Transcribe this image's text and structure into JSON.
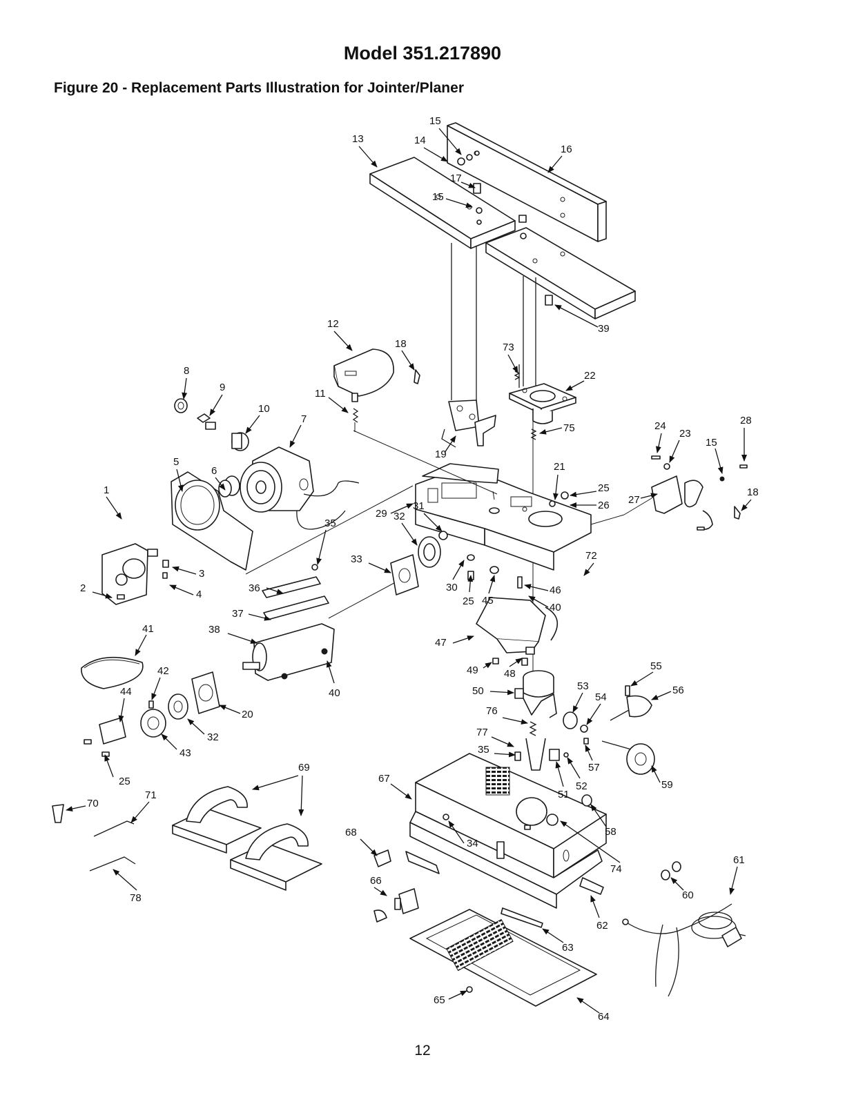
{
  "header": {
    "model": "Model 351.217890",
    "figure_caption": "Figure 20 - Replacement Parts Illustration for Jointer/Planer"
  },
  "footer": {
    "page_number": "12"
  },
  "callouts": [
    "1",
    "2",
    "3",
    "4",
    "5",
    "6",
    "7",
    "8",
    "9",
    "10",
    "11",
    "12",
    "13",
    "14",
    "15",
    "15",
    "15",
    "16",
    "17",
    "18",
    "18",
    "19",
    "20",
    "21",
    "22",
    "23",
    "24",
    "25",
    "25",
    "25",
    "26",
    "27",
    "28",
    "29",
    "30",
    "31",
    "32",
    "32",
    "33",
    "34",
    "35",
    "35",
    "36",
    "37",
    "38",
    "39",
    "40",
    "40",
    "41",
    "42",
    "43",
    "44",
    "45",
    "46",
    "47",
    "48",
    "49",
    "50",
    "51",
    "52",
    "53",
    "54",
    "55",
    "56",
    "57",
    "58",
    "59",
    "60",
    "61",
    "62",
    "63",
    "64",
    "65",
    "66",
    "67",
    "68",
    "69",
    "70",
    "71",
    "72",
    "73",
    "74",
    "75",
    "76",
    "77",
    "78"
  ]
}
